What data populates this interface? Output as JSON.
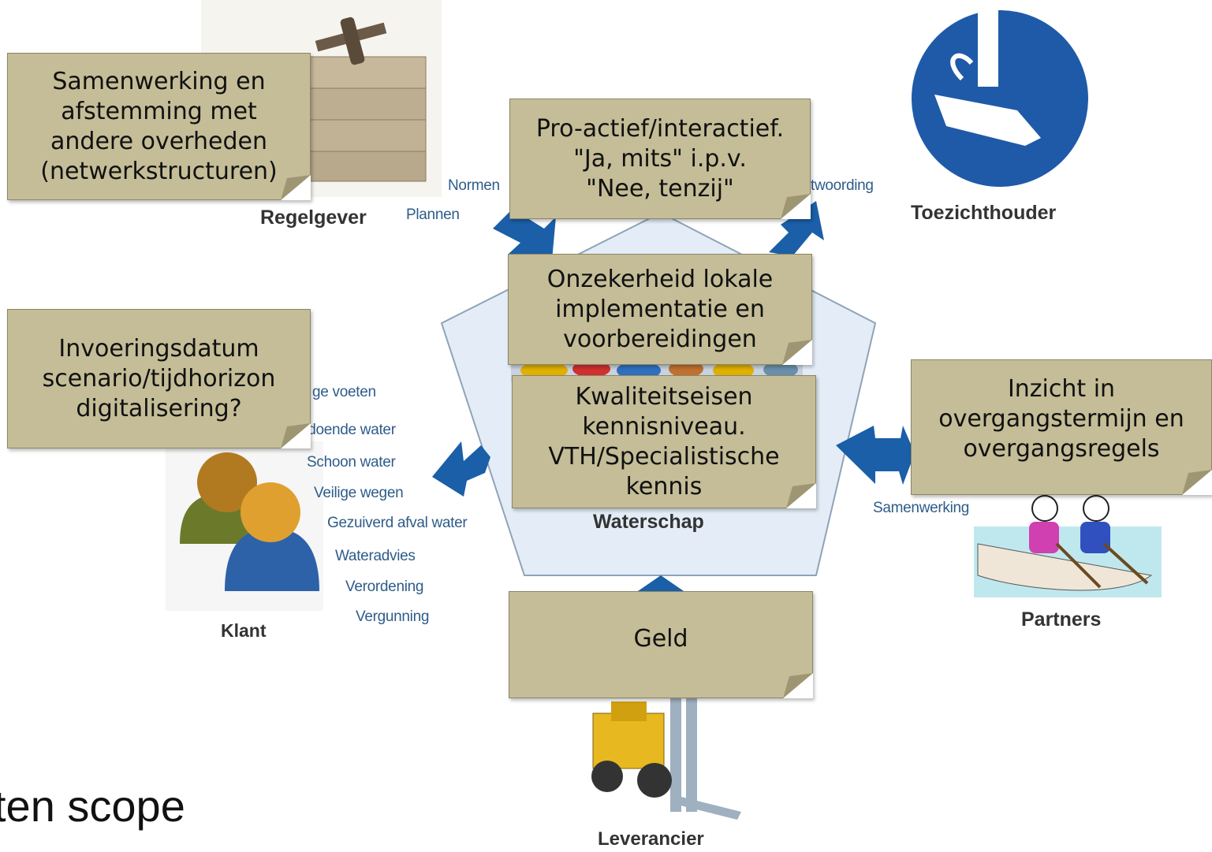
{
  "actors": {
    "regelgever": "Regelgever",
    "toezichthouder": "Toezichthouder",
    "klant": "Klant",
    "waterschap": "Waterschap",
    "partners": "Partners",
    "leverancier": "Leverancier"
  },
  "flows": {
    "normen": "Normen",
    "plannen": "Plannen",
    "verantwoording": "twoording",
    "samenwerking": "Samenwerking",
    "klant_items": [
      "ge voeten",
      "oldoende water",
      "Schoon water",
      "Veilige wegen",
      "Gezuiverd afval water",
      "Wateradvies",
      "Verordening",
      "Vergunning"
    ]
  },
  "notes": {
    "samenwerking": [
      "Samenwerking en",
      "afstemming met",
      "andere overheden",
      "(netwerkstructuren)"
    ],
    "proactief": [
      "Pro-actief/interactief.",
      "\"Ja, mits\" i.p.v.",
      "\"Nee, tenzij\""
    ],
    "onzekerheid": [
      "Onzekerheid lokale",
      "implementatie en",
      "voorbereidingen"
    ],
    "invoering": [
      "Invoeringsdatum",
      "scenario/tijdhorizon",
      "digitalisering?"
    ],
    "kwaliteit": [
      "Kwaliteitseisen",
      "kennisniveau.",
      "VTH/Specialistische",
      "kennis"
    ],
    "inzicht": [
      "Inzicht in",
      "overgangstermijn en",
      "overgangsregels"
    ],
    "geld": [
      "Geld"
    ]
  },
  "scope_text": "ten scope",
  "colors": {
    "note_fill": "#c4bd97",
    "arrow_blue": "#1a5fa8",
    "pentagon_fill": "#e4edf7"
  }
}
